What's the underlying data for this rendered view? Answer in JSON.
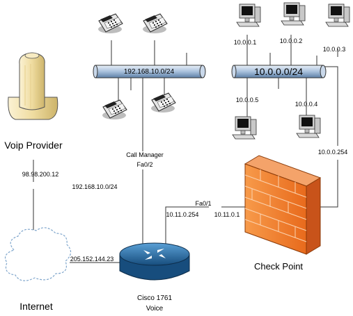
{
  "devices": {
    "voip_provider": {
      "label": "Voip Provider",
      "ip": "98.98.200.12"
    },
    "internet": {
      "label": "Internet",
      "ip": "205.152.144.23"
    },
    "router": {
      "label_line1": "Cisco 1761",
      "label_line2": "Voice"
    },
    "call_manager": {
      "label_line1": "Call Manager",
      "label_line2": "Fa0/2",
      "subnet": "192.168.10.0/24"
    },
    "firewall": {
      "label": "Check Point",
      "inside_ip": "10.0.0.254",
      "outside_ip": "10.11.0.1"
    },
    "fa01": {
      "label": "Fa0/1",
      "ip": "10.11.0.254"
    }
  },
  "buses": {
    "voice": {
      "label": "192.168.10.0/24"
    },
    "data": {
      "label": "10.0.0.0/24"
    }
  },
  "computers": {
    "pc1": "10.0.0.1",
    "pc2": "10.0.0.2",
    "pc3": "10.0.0.3",
    "pc4": "10.0.0.4",
    "pc5": "10.0.0.5"
  },
  "colors": {
    "bus": "#a9c1dc",
    "router": "#1f5f96",
    "firewall": "#f07a2a",
    "cloud": "#ffffff",
    "tower": "#f3e3b0"
  }
}
